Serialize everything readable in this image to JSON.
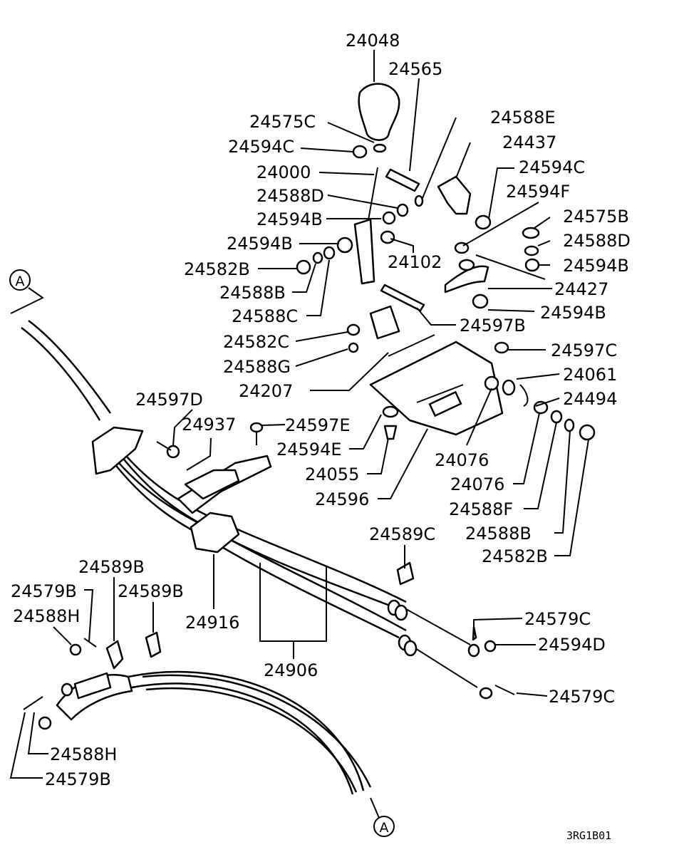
{
  "diagram": {
    "drawing_code": "3RG1B01",
    "ref_marker": "A",
    "labels": {
      "p24048": "24048",
      "p24565": "24565",
      "p24575C": "24575C",
      "p24588E": "24588E",
      "p24594C_a": "24594C",
      "p24437": "24437",
      "p24594C_b": "24594C",
      "p24000": "24000",
      "p24594F": "24594F",
      "p24588D_a": "24588D",
      "p24575B": "24575B",
      "p24594B_a": "24594B",
      "p24588D_b": "24588D",
      "p24594B_b": "24594B",
      "p24594B_c": "24594B",
      "p24102": "24102",
      "p24582B_a": "24582B",
      "p24427": "24427",
      "p24588B_a": "24588B",
      "p24594B_d": "24594B",
      "p24588C": "24588C",
      "p24597B": "24597B",
      "p24582C": "24582C",
      "p24597C": "24597C",
      "p24588G": "24588G",
      "p24061": "24061",
      "p24207": "24207",
      "p24494": "24494",
      "p24597D": "24597D",
      "p24937": "24937",
      "p24597E": "24597E",
      "p24594E": "24594E",
      "p24076_a": "24076",
      "p24055": "24055",
      "p24076_b": "24076",
      "p24596": "24596",
      "p24588F": "24588F",
      "p24588B_b": "24588B",
      "p24589C": "24589C",
      "p24582B_b": "24582B",
      "p24589B_a": "24589B",
      "p24579B_a": "24579B",
      "p24589B_b": "24589B",
      "p24588H_a": "24588H",
      "p24916": "24916",
      "p24579C_a": "24579C",
      "p24594D": "24594D",
      "p24906": "24906",
      "p24579C_b": "24579C",
      "p24588H_b": "24588H",
      "p24579B_b": "24579B"
    }
  }
}
